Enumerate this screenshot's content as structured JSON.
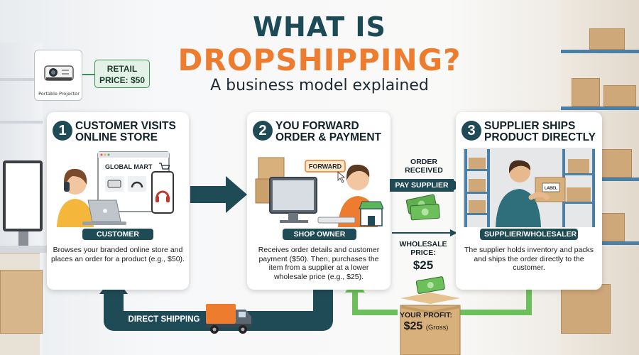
{
  "title": {
    "line1": "WHAT IS",
    "line2": "DROPSHIPPING?",
    "subtitle": "A business model explained"
  },
  "product": {
    "name": "Portable Projector",
    "price_tag": [
      "RETAIL",
      "PRICE: $50"
    ]
  },
  "steps": [
    {
      "number": "1",
      "title_lines": [
        "CUSTOMER VISITS",
        "ONLINE STORE"
      ],
      "store_name": "GLOBAL MART",
      "role": "CUSTOMER",
      "description": "Browses your branded online store and places an order for a product (e.g., $50)."
    },
    {
      "number": "2",
      "title_lines": [
        "YOU FORWARD",
        "ORDER & PAYMENT"
      ],
      "button_label": "FORWARD",
      "role": "SHOP OWNER",
      "description": "Receives order details and customer payment ($50). Then, purchases the item from a supplier at a lower wholesale price (e.g., $25)."
    },
    {
      "number": "3",
      "title_lines": [
        "SUPPLIER SHIPS",
        "PRODUCT DIRECTLY"
      ],
      "box_label": "LABEL",
      "role": "SUPPLIER/WHOLESALER",
      "description": "The supplier holds inventory and packs and ships the order directly to the customer."
    }
  ],
  "flow": {
    "order_received": [
      "ORDER",
      "RECEIVED"
    ],
    "pay_supplier": "PAY SUPPLIER",
    "wholesale_label": [
      "WHOLESALE",
      "PRICE:"
    ],
    "wholesale_value": "$25",
    "direct_shipping": "DIRECT SHIPPING",
    "profit_label": "YOUR PROFIT:",
    "profit_value": "$25",
    "profit_note": "(Gross)"
  },
  "colors": {
    "teal": "#1f4b57",
    "orange": "#ee7c2f",
    "green": "#6cbf5a",
    "box": "#d7b07c"
  }
}
